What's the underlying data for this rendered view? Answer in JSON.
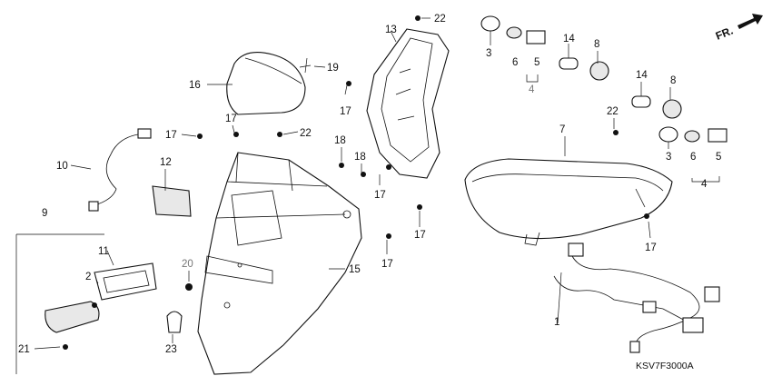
{
  "diagram": {
    "direction_label": "FR.",
    "code": "KSV7F3000A",
    "labels": {
      "p1": "1",
      "p2": "2",
      "p3a": "3",
      "p3b": "3",
      "p4a": "4",
      "p4b": "4",
      "p5a": "5",
      "p5b": "5",
      "p6a": "6",
      "p6b": "6",
      "p7": "7",
      "p8a": "8",
      "p8b": "8",
      "p9": "9",
      "p10": "10",
      "p11": "11",
      "p12": "12",
      "p13": "13",
      "p14a": "14",
      "p14b": "14",
      "p15": "15",
      "p16": "16",
      "p17a": "17",
      "p17b": "17",
      "p17c": "17",
      "p17d": "17",
      "p17e": "17",
      "p17f": "17",
      "p17g": "17",
      "p18a": "18",
      "p18b": "18",
      "p19": "19",
      "p20": "20",
      "p21": "21",
      "p22a": "22",
      "p22b": "22",
      "p22c": "22",
      "p23": "23"
    }
  }
}
